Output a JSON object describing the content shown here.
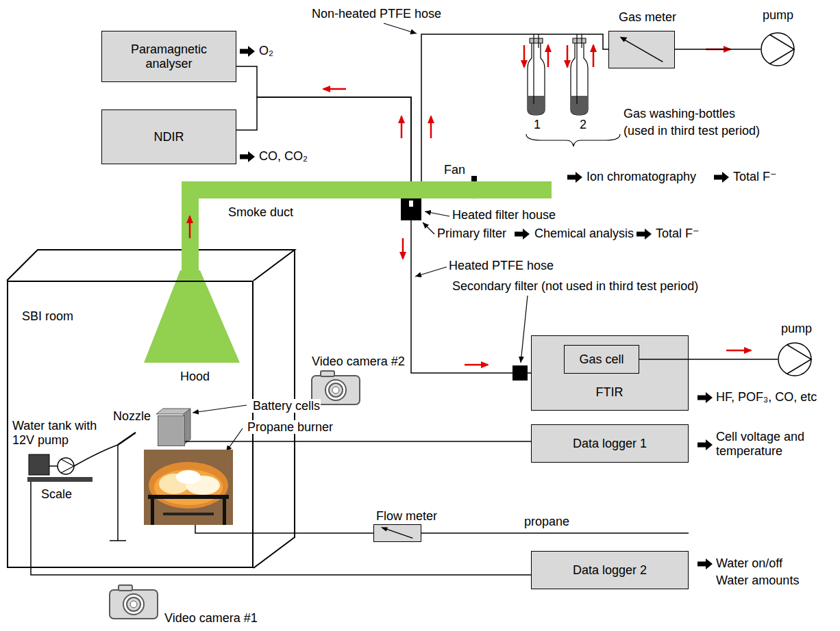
{
  "diagram": {
    "nodes": [
      {
        "text": [
          "Paramagnetic analyser"
        ]
      },
      {
        "text": [
          "NDIR"
        ]
      },
      {
        "text": [
          "Gas meter"
        ]
      },
      {
        "text": [
          "pump"
        ]
      },
      {
        "text": [
          "Smoke duct"
        ]
      },
      {
        "text": [
          "Heated filter house"
        ]
      },
      {
        "text": [
          "Secondary filter (not used in third test period)"
        ]
      },
      {
        "text": [
          "FTIR"
        ]
      },
      {
        "text": [
          "Gas cell"
        ],
        "in": 7
      },
      {
        "text": [
          "pump"
        ]
      },
      {
        "text": [
          "SBI room"
        ]
      },
      {
        "text": [
          "Battery cells"
        ],
        "in": 10
      },
      {
        "text": [
          "Propane burner"
        ],
        "in": 10
      },
      {
        "text": [
          "Scale"
        ],
        "in": 10
      },
      {
        "text": [
          "Flow meter"
        ]
      },
      {
        "text": [
          "Data logger 1"
        ]
      },
      {
        "text": [
          "Data logger 2"
        ]
      }
    ],
    "edges": [
      {
        "from": 4,
        "to": 0,
        "arrow": "none"
      },
      {
        "from": 4,
        "to": 1,
        "arrow": "none"
      },
      {
        "from": 4,
        "to": 2,
        "arrow": "none"
      },
      {
        "from": 2,
        "to": 3,
        "arrow": "none"
      },
      {
        "from": 5,
        "to": 6,
        "arrow": "none"
      },
      {
        "from": 6,
        "to": 7,
        "arrow": "none"
      },
      {
        "from": 8,
        "to": 9,
        "arrow": "none"
      },
      {
        "from": 11,
        "to": 15,
        "arrow": "none"
      },
      {
        "from": 12,
        "to": 14,
        "arrow": "none"
      },
      {
        "from": 13,
        "to": 16,
        "arrow": "none"
      }
    ],
    "labels": [
      "Non-heated PTFE hose",
      "O₂",
      "CO, CO₂",
      "Gas washing-bottles",
      "(used in third test period)",
      "1",
      "2",
      "Ion chromatography",
      "Total F⁻",
      "Fan",
      "Primary filter",
      "Chemical analysis",
      "Total F⁻",
      "Heated PTFE hose",
      "Hood",
      "Video camera #2",
      "HF, POF₃, CO, etc",
      "Cell voltage and temperature",
      "Water tank with 12V pump",
      "Nozzle",
      "propane",
      "Water on/off",
      "Water amounts",
      "Video camera #1"
    ]
  }
}
